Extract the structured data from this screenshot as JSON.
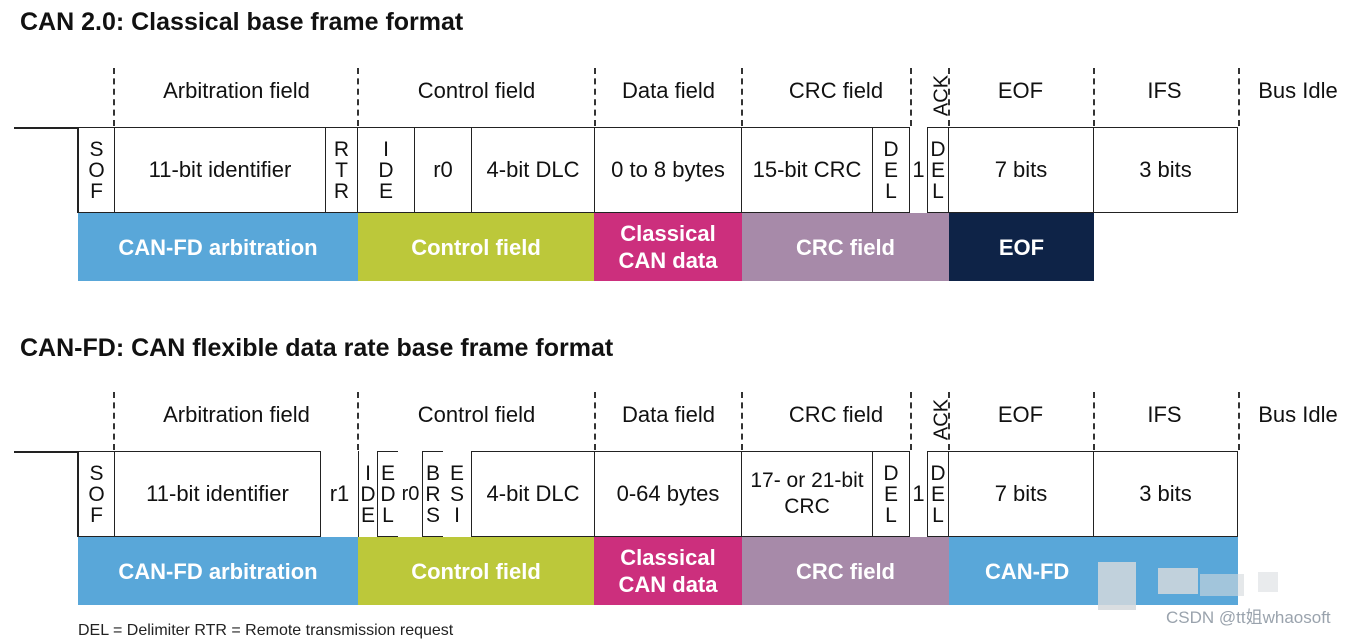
{
  "can20": {
    "title": "CAN 2.0: Classical base frame format",
    "headers": {
      "arbitration": "Arbitration field",
      "control": "Control field",
      "data": "Data field",
      "crc": "CRC field",
      "ack": "ACK",
      "eof": "EOF",
      "ifs": "IFS",
      "idle": "Bus Idle"
    },
    "cells": {
      "sof": [
        "S",
        "O",
        "F"
      ],
      "identifier": "11-bit identifier",
      "rtr": [
        "R",
        "T",
        "R"
      ],
      "ide": [
        "I",
        "D",
        "E"
      ],
      "r0": "r0",
      "dlc": "4-bit DLC",
      "data": "0 to 8 bytes",
      "crc": "15-bit CRC",
      "crc_del": [
        "D",
        "E",
        "L"
      ],
      "ack_slot": "1",
      "ack_del": [
        "D",
        "E",
        "L"
      ],
      "eof": "7 bits",
      "ifs": "3 bits"
    },
    "bands": {
      "arbitration": "CAN-FD arbitration",
      "control": "Control field",
      "data": "Classical\nCAN data",
      "crc": "CRC field",
      "eof": "EOF"
    }
  },
  "canfd": {
    "title": "CAN-FD: CAN flexible data rate base frame format",
    "headers": {
      "arbitration": "Arbitration field",
      "control": "Control field",
      "data": "Data field",
      "crc": "CRC field",
      "ack": "ACK",
      "eof": "EOF",
      "ifs": "IFS",
      "idle": "Bus Idle"
    },
    "cells": {
      "sof": [
        "S",
        "O",
        "F"
      ],
      "identifier": "11-bit identifier",
      "r1": "r1",
      "ide": [
        "I",
        "D",
        "E"
      ],
      "edl": [
        "E",
        "D",
        "L"
      ],
      "r0": "r0",
      "brs": [
        "B",
        "R",
        "S"
      ],
      "esi": [
        "E",
        "S",
        "I"
      ],
      "dlc": "4-bit DLC",
      "data": "0-64 bytes",
      "crc": "17- or 21-bit\nCRC",
      "crc_del": [
        "D",
        "E",
        "L"
      ],
      "ack_slot": "1",
      "ack_del": [
        "D",
        "E",
        "L"
      ],
      "eof": "7 bits",
      "ifs": "3 bits"
    },
    "bands": {
      "arbitration": "CAN-FD arbitration",
      "control": "Control field",
      "data": "Classical\nCAN data",
      "crc": "CRC field",
      "eof": "CAN-FD"
    }
  },
  "legend": "DEL = Delimiter     RTR = Remote transmission request",
  "watermark": "CSDN @tt姐whaosoft",
  "colors": {
    "arbitration": "#59a7d9",
    "control": "#bcc83a",
    "data": "#cc2f7d",
    "crc": "#a78aa9",
    "eof": "#0e2347",
    "fd_eof": "#59a7d9"
  }
}
